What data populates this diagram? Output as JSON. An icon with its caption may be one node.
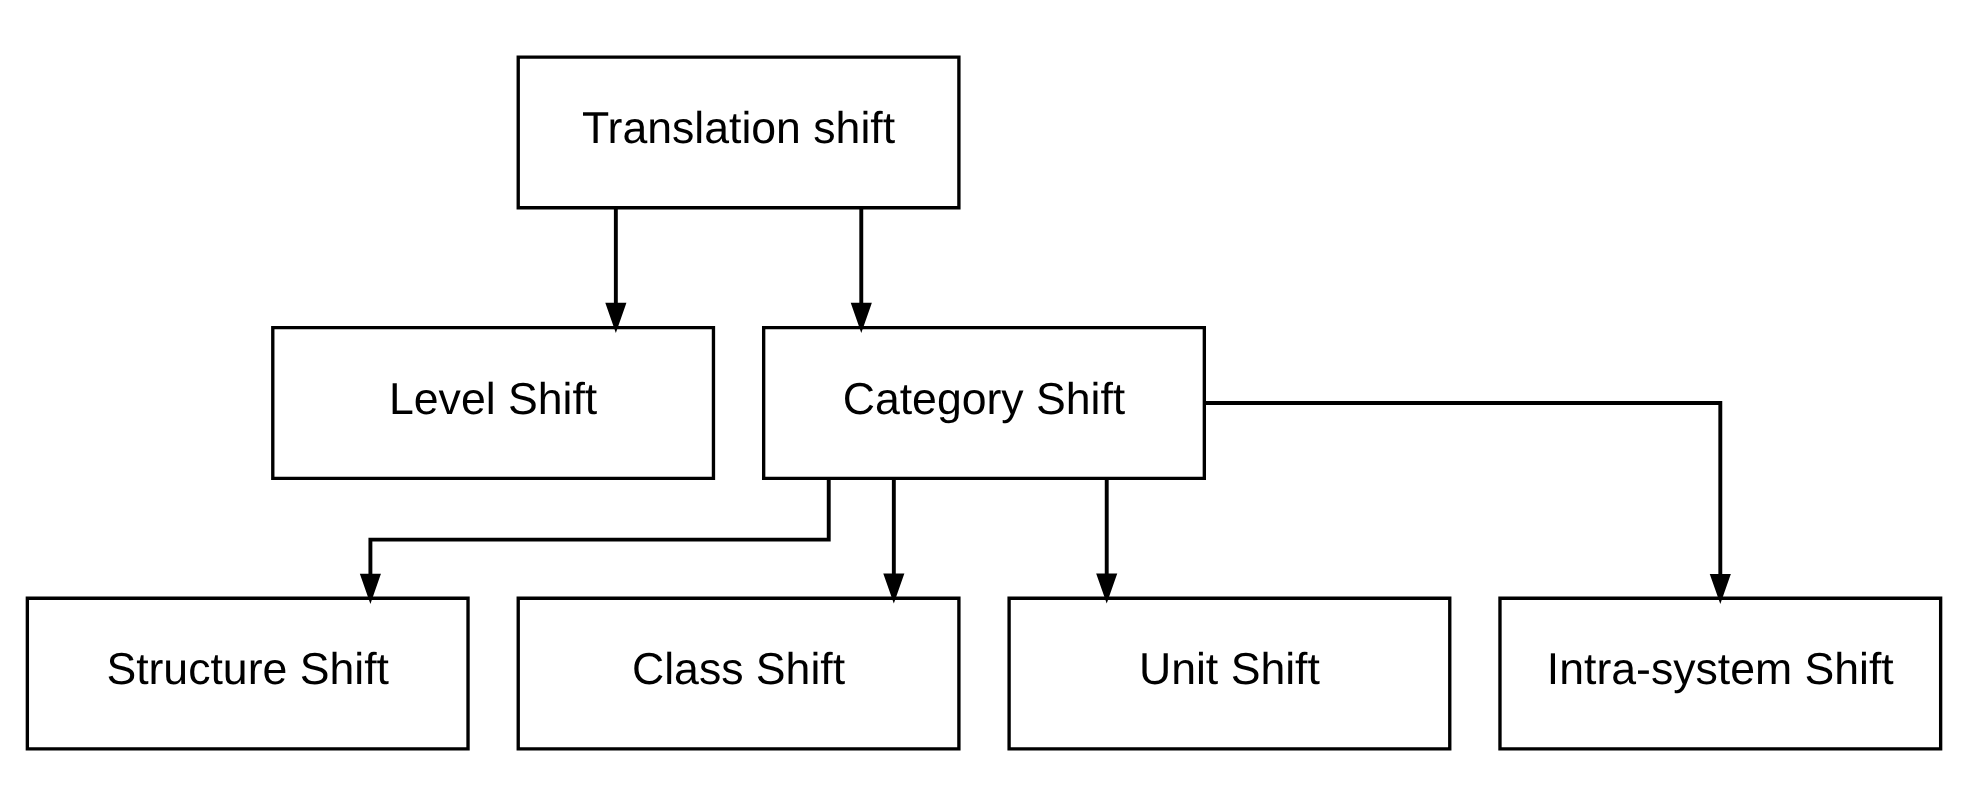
{
  "diagram": {
    "nodes": [
      {
        "text": [
          "Translation shift"
        ]
      },
      {
        "text": [
          "Level Shift"
        ]
      },
      {
        "text": [
          "Category Shift"
        ]
      },
      {
        "text": [
          "Structure Shift"
        ]
      },
      {
        "text": [
          "Class Shift"
        ]
      },
      {
        "text": [
          "Unit Shift"
        ]
      },
      {
        "text": [
          "Intra-system Shift"
        ]
      }
    ],
    "edges": [
      {
        "from": 0,
        "to": 1,
        "arrow": "to"
      },
      {
        "from": 0,
        "to": 2,
        "arrow": "to"
      },
      {
        "from": 2,
        "to": 3,
        "arrow": "to"
      },
      {
        "from": 2,
        "to": 4,
        "arrow": "to"
      },
      {
        "from": 2,
        "to": 5,
        "arrow": "to"
      },
      {
        "from": 2,
        "to": 6,
        "arrow": "to"
      }
    ]
  }
}
